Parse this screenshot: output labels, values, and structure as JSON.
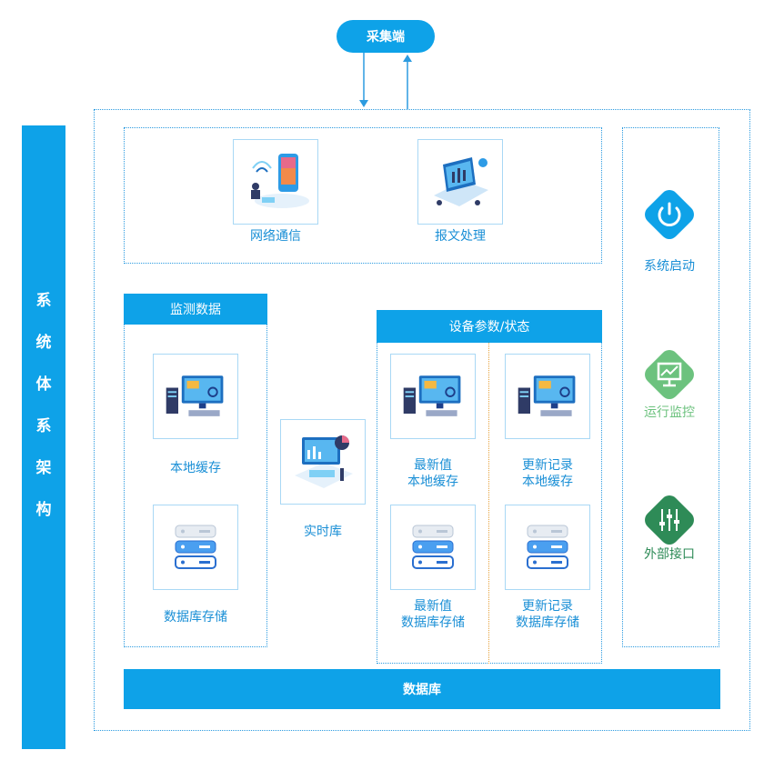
{
  "side_title": [
    "系",
    "统",
    "体",
    "系",
    "架",
    "构"
  ],
  "collector": "采集端",
  "top_section": {
    "network": "网络通信",
    "message": "报文处理"
  },
  "right_panel": {
    "start": "系统启动",
    "monitor": "运行监控",
    "external": "外部接口"
  },
  "monitor_data": {
    "header": "监测数据",
    "local_cache": "本地缓存",
    "db_storage": "数据库存储"
  },
  "realtime": "实时库",
  "device": {
    "header": "设备参数/状态",
    "latest_cache": [
      "最新值",
      "本地缓存"
    ],
    "update_cache": [
      "更新记录",
      "本地缓存"
    ],
    "latest_db": [
      "最新值",
      "数据库存储"
    ],
    "update_db": [
      "更新记录",
      "数据库存储"
    ]
  },
  "database": "数据库",
  "colors": {
    "primary": "#0ea2e8",
    "monitor_green": "#6cc27e",
    "external_green": "#2e8b57"
  }
}
